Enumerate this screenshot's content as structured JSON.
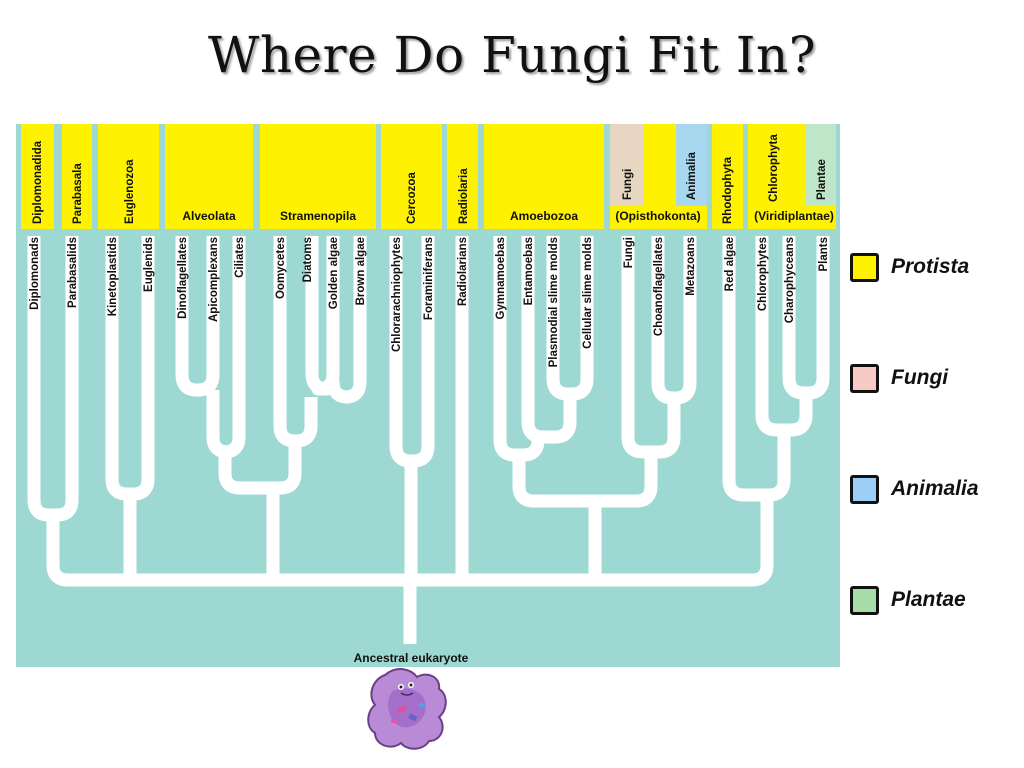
{
  "title": "Where Do Fungi Fit In?",
  "colors": {
    "protista": "#fff200",
    "fungi": "#e6d6c2",
    "animalia": "#a8d8f0",
    "plantae": "#bfe6c8",
    "background": "#9dd8d2",
    "branch": "#ffffff"
  },
  "tree": {
    "root_label": "Ancestral eukaryote",
    "supergroups": [
      {
        "label": "Diplomonadida",
        "kingdom": "protista"
      },
      {
        "label": "Parabasala",
        "kingdom": "protista"
      },
      {
        "label": "Euglenozoa",
        "kingdom": "protista"
      },
      {
        "label": "Alveolata",
        "kingdom": "protista"
      },
      {
        "label": "Stramenopila",
        "kingdom": "protista"
      },
      {
        "label": "Cercozoa",
        "kingdom": "protista"
      },
      {
        "label": "Radiolaria",
        "kingdom": "protista"
      },
      {
        "label": "Amoebozoa",
        "kingdom": "protista"
      },
      {
        "label": "Fungi",
        "kingdom": "fungi"
      },
      {
        "label": "Animalia",
        "kingdom": "animalia"
      },
      {
        "label": "(Opisthokonta)",
        "kingdom": "protista"
      },
      {
        "label": "Rhodophyta",
        "kingdom": "protista"
      },
      {
        "label": "Chlorophyta",
        "kingdom": "protista"
      },
      {
        "label": "Plantae",
        "kingdom": "plantae"
      },
      {
        "label": "(Viridiplantae)",
        "kingdom": "protista"
      }
    ],
    "taxa": [
      "Diplomonads",
      "Parabasalids",
      "Kinetoplastids",
      "Euglenids",
      "Dinoflagellates",
      "Apicomplexans",
      "Ciliates",
      "Oomycetes",
      "Diatoms",
      "Golden algae",
      "Brown algae",
      "Chlorarachniophytes",
      "Foraminiferans",
      "Radiolarians",
      "Gymnamoebas",
      "Entamoebas",
      "Plasmodial slime molds",
      "Cellular slime molds",
      "Fungi",
      "Choanoflagellates",
      "Metazoans",
      "Red algae",
      "Chlorophytes",
      "Charophyceans",
      "Plants"
    ]
  },
  "legend": [
    {
      "label": "Protista",
      "color": "#fff200"
    },
    {
      "label": "Fungi",
      "color": "#f7c9c4"
    },
    {
      "label": "Animalia",
      "color": "#9ccff5"
    },
    {
      "label": "Plantae",
      "color": "#a6dca8"
    }
  ],
  "illustration": {
    "icon": "amoeba-cell-icon"
  }
}
